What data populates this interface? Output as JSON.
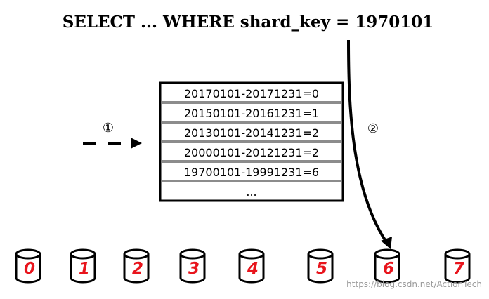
{
  "query": "SELECT ... WHERE shard_key = 1970101",
  "step_labels": {
    "step1": "①",
    "step2": "②"
  },
  "table": {
    "rows": [
      "20170101-20171231=0",
      "20150101-20161231=1",
      "20130101-20141231=2",
      "20000101-20121231=2",
      "19700101-19991231=6",
      "..."
    ]
  },
  "shards": [
    "0",
    "1",
    "2",
    "3",
    "4",
    "5",
    "6",
    "7"
  ],
  "colors": {
    "shard_number": "#e8141c",
    "row_divider": "#8c8c8c",
    "watermark": "#9a9a9a"
  },
  "watermark": "https://blog.csdn.net/ActionTech"
}
